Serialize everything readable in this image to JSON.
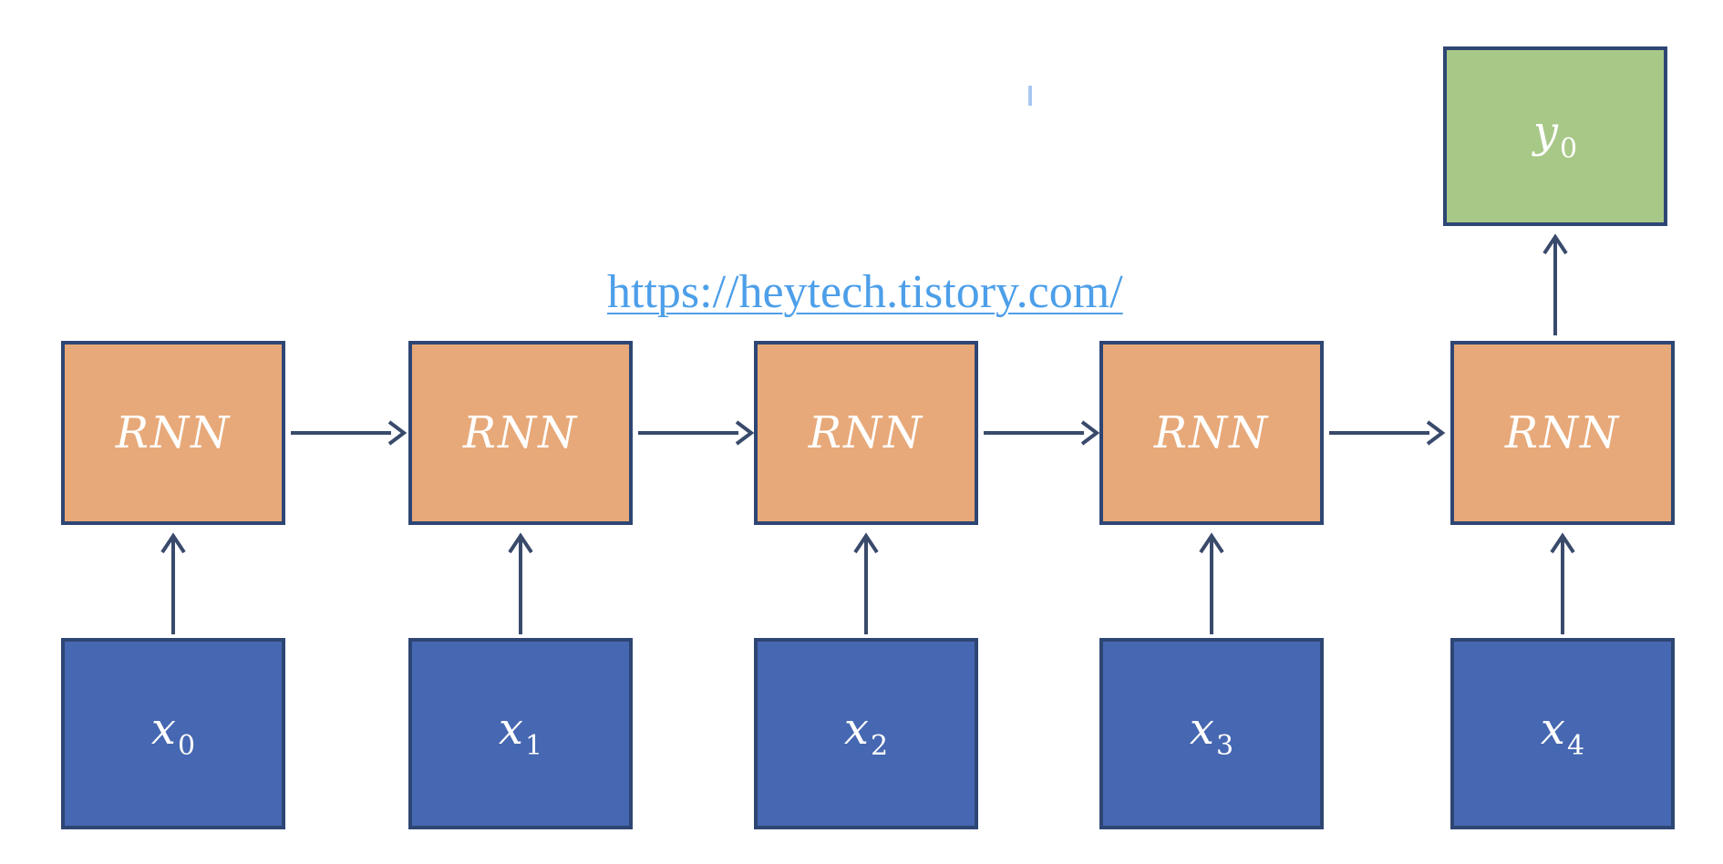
{
  "link": {
    "text": "https://heytech.tistory.com/"
  },
  "colors": {
    "background": "#ffffff",
    "rnn_fill": "#e7a979",
    "input_fill": "#4667b1",
    "output_fill": "#a8c888",
    "box_border": "#2e4674",
    "arrow": "#394a6b",
    "label_text": "#ffffff",
    "link_color": "#4d9fe9",
    "caret_color": "#a9c7f2"
  },
  "columns": [
    {
      "cell_label": "RNN",
      "input_base": "x",
      "input_sub": "0"
    },
    {
      "cell_label": "RNN",
      "input_base": "x",
      "input_sub": "1"
    },
    {
      "cell_label": "RNN",
      "input_base": "x",
      "input_sub": "2"
    },
    {
      "cell_label": "RNN",
      "input_base": "x",
      "input_sub": "3"
    },
    {
      "cell_label": "RNN",
      "input_base": "x",
      "input_sub": "4"
    }
  ],
  "output": {
    "base": "y",
    "sub": "0"
  }
}
